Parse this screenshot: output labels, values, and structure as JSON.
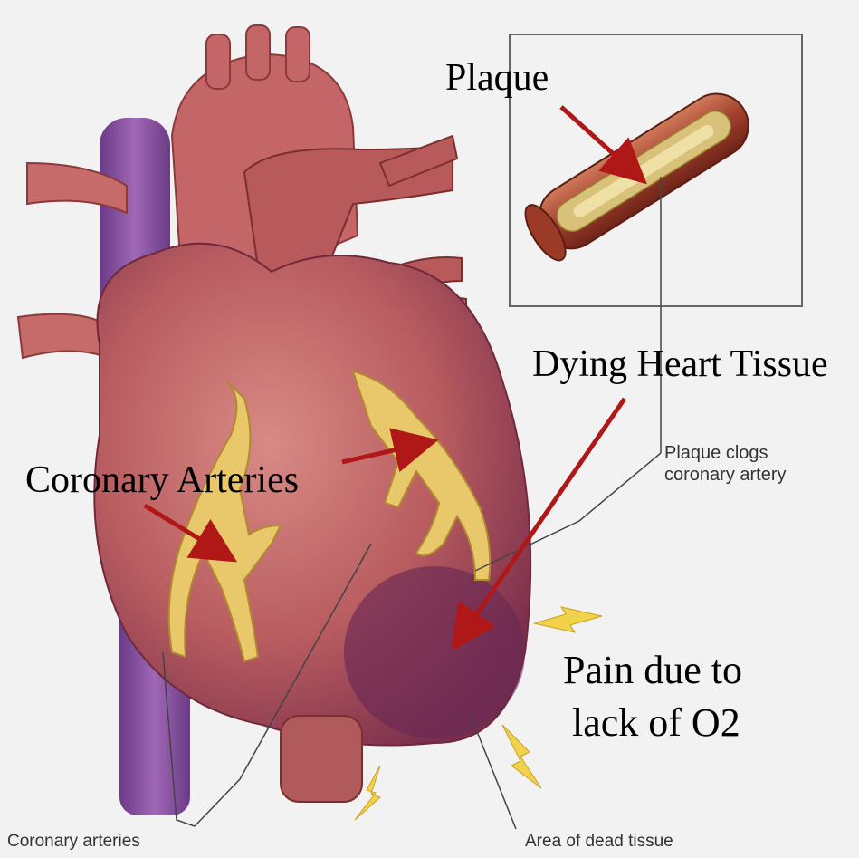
{
  "labels": {
    "plaque": "Plaque",
    "dying_heart_tissue": "Dying Heart Tissue",
    "coronary_arteries_title": "Coronary Arteries",
    "pain_line1": "Pain due to",
    "pain_line2": "lack of O2",
    "plaque_clogs_line1": "Plaque clogs",
    "plaque_clogs_line2": "coronary artery",
    "coronary_arteries_small": "Coronary arteries",
    "area_dead_tissue": "Area of dead tissue"
  },
  "colors": {
    "background": "#f2f2f2",
    "heart": "#b85a5c",
    "heart_dark": "#8a3a52",
    "vein": "#8a4a9c",
    "artery_fat": "#e8c86a",
    "arrow": "#b01818",
    "pain_bolt": "#f2d24a"
  }
}
